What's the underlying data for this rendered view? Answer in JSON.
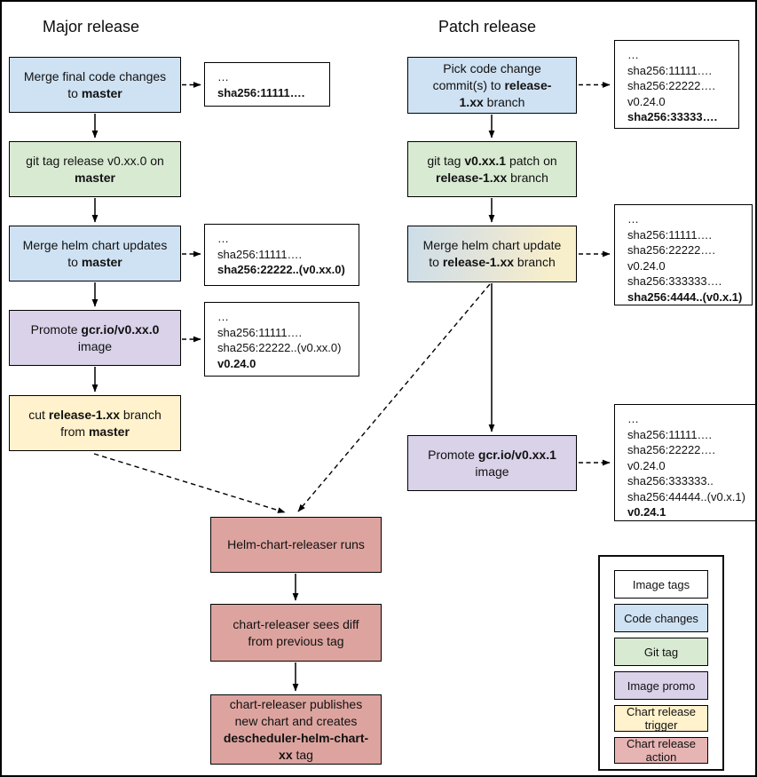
{
  "titles": {
    "major": "Major release",
    "patch": "Patch release"
  },
  "colors": {
    "code_changes": "#cfe2f3",
    "git_tag": "#d9ead3",
    "image_promo": "#d9d2e9",
    "chart_release_trigger": "#fff2cc",
    "chart_release_action": "#dda49f",
    "image_tags": "#ffffff",
    "border": "#000000"
  },
  "major": {
    "steps": [
      {
        "segments": [
          {
            "text": "Merge final code changes to ",
            "bold": false
          },
          {
            "text": "master",
            "bold": true
          }
        ]
      },
      {
        "segments": [
          {
            "text": "git tag release v0.xx.0 on ",
            "bold": false
          },
          {
            "text": "master",
            "bold": true
          }
        ]
      },
      {
        "segments": [
          {
            "text": "Merge helm chart updates to ",
            "bold": false
          },
          {
            "text": "master",
            "bold": true
          }
        ]
      },
      {
        "segments": [
          {
            "text": "Promote ",
            "bold": false
          },
          {
            "text": "gcr.io/v0.xx.0",
            "bold": true
          },
          {
            "text": " image",
            "bold": false
          }
        ]
      },
      {
        "segments": [
          {
            "text": "cut ",
            "bold": false
          },
          {
            "text": "release-1.xx",
            "bold": true
          },
          {
            "text": " branch from ",
            "bold": false
          },
          {
            "text": "master",
            "bold": true
          }
        ]
      }
    ]
  },
  "patch": {
    "steps": [
      {
        "segments": [
          {
            "text": "Pick code change commit(s) to ",
            "bold": false
          },
          {
            "text": "release-1.xx",
            "bold": true
          },
          {
            "text": " branch",
            "bold": false
          }
        ]
      },
      {
        "segments": [
          {
            "text": "git tag ",
            "bold": false
          },
          {
            "text": "v0.xx.1",
            "bold": true
          },
          {
            "text": " patch on ",
            "bold": false
          },
          {
            "text": "release-1.xx",
            "bold": true
          },
          {
            "text": " branch",
            "bold": false
          }
        ]
      },
      {
        "segments": [
          {
            "text": "Merge helm chart update to ",
            "bold": false
          },
          {
            "text": "release-1.xx",
            "bold": true
          },
          {
            "text": " branch",
            "bold": false
          }
        ]
      },
      {
        "segments": [
          {
            "text": "Promote ",
            "bold": false
          },
          {
            "text": "gcr.io/v0.xx.1",
            "bold": true
          },
          {
            "text": " image",
            "bold": false
          }
        ]
      }
    ]
  },
  "releaser": {
    "steps": [
      {
        "segments": [
          {
            "text": "Helm-chart-releaser runs",
            "bold": false
          }
        ]
      },
      {
        "segments": [
          {
            "text": "chart-releaser sees diff from previous tag",
            "bold": false
          }
        ]
      },
      {
        "segments": [
          {
            "text": "chart-releaser publishes new chart and creates ",
            "bold": false
          },
          {
            "text": "descheduler-helm-chart-xx",
            "bold": true
          },
          {
            "text": " tag",
            "bold": false
          }
        ]
      }
    ]
  },
  "annotations": {
    "major": [
      {
        "lines": [
          {
            "text": "…",
            "bold": false
          },
          {
            "text": "sha256:11111….",
            "bold": true
          }
        ]
      },
      {
        "lines": [
          {
            "text": "…",
            "bold": false
          },
          {
            "text": "sha256:11111….",
            "bold": false
          },
          {
            "text": "sha256:22222..(v0.xx.0)",
            "bold": true
          }
        ]
      },
      {
        "lines": [
          {
            "text": "…",
            "bold": false
          },
          {
            "text": "sha256:11111….",
            "bold": false
          },
          {
            "text": "sha256:22222..(v0.xx.0)",
            "bold": false
          },
          {
            "text": "v0.24.0",
            "bold": true
          }
        ]
      }
    ],
    "patch": [
      {
        "lines": [
          {
            "text": "…",
            "bold": false
          },
          {
            "text": "sha256:11111….",
            "bold": false
          },
          {
            "text": "sha256:22222….",
            "bold": false
          },
          {
            "text": "v0.24.0",
            "bold": false
          },
          {
            "text": "sha256:33333….",
            "bold": true
          }
        ]
      },
      {
        "lines": [
          {
            "text": "…",
            "bold": false
          },
          {
            "text": "sha256:11111….",
            "bold": false
          },
          {
            "text": "sha256:22222….",
            "bold": false
          },
          {
            "text": "v0.24.0",
            "bold": false
          },
          {
            "text": "sha256:333333….",
            "bold": false
          },
          {
            "text": "sha256:4444..(v0.x.1)",
            "bold": true
          }
        ]
      },
      {
        "lines": [
          {
            "text": "…",
            "bold": false
          },
          {
            "text": "sha256:11111….",
            "bold": false
          },
          {
            "text": "sha256:22222….",
            "bold": false
          },
          {
            "text": "v0.24.0",
            "bold": false
          },
          {
            "text": "sha256:333333..",
            "bold": false
          },
          {
            "text": "sha256:44444..(v0.x.1)",
            "bold": false
          },
          {
            "text": "v0.24.1",
            "bold": true
          }
        ]
      }
    ]
  },
  "legend": {
    "items": [
      {
        "label": "Image tags"
      },
      {
        "label": "Code changes"
      },
      {
        "label": "Git tag"
      },
      {
        "label": "Image promo"
      },
      {
        "label": "Chart release trigger"
      },
      {
        "label": "Chart release action"
      }
    ]
  }
}
